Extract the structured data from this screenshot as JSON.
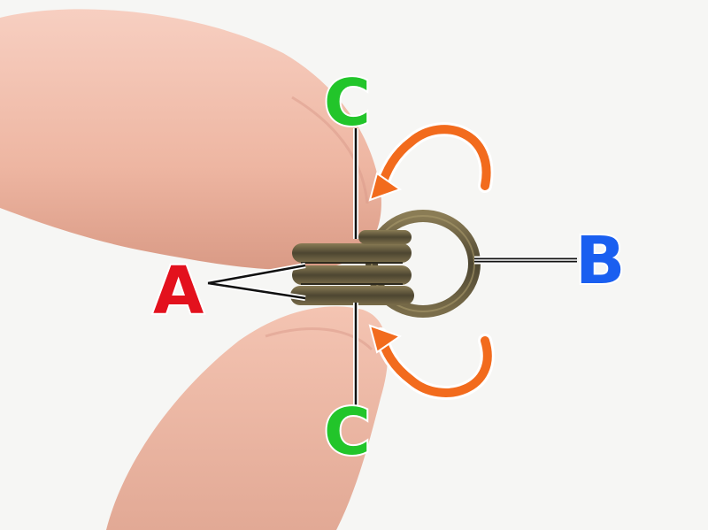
{
  "labels": {
    "a": {
      "text": "A",
      "color": "#e3111d"
    },
    "b": {
      "text": "B",
      "color": "#1a5ff0"
    },
    "c_top": {
      "text": "C",
      "color": "#22c52a"
    },
    "c_bottom": {
      "text": "C",
      "color": "#22c52a"
    }
  },
  "colors": {
    "arrow": "#f26b1d",
    "ring_metal": "#6e6448",
    "skin": "#f0c0b0",
    "background": "#f6f6f4"
  },
  "icons": [
    "curved-arrow-top",
    "curved-arrow-bottom"
  ]
}
